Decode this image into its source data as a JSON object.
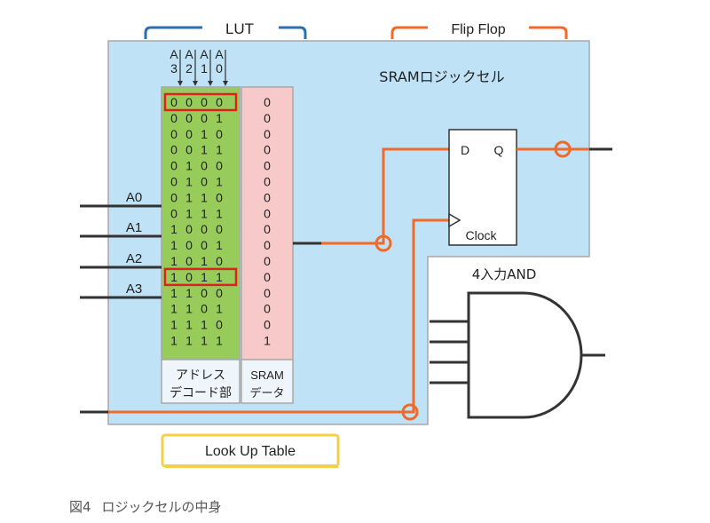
{
  "labels": {
    "lut": "LUT",
    "flip_flop": "Flip Flop",
    "sram_cell": "SRAMロジックセル",
    "and_gate": "4入力AND",
    "look_up_table": "Look Up Table",
    "address_decoder_line1": "アドレス",
    "address_decoder_line2": "デコード部",
    "sram_data_line1": "SRAM",
    "sram_data_line2": "データ",
    "ff_d": "D",
    "ff_q": "Q",
    "ff_clock": "Clock"
  },
  "address_headers": [
    {
      "letter": "A",
      "digit": "3"
    },
    {
      "letter": "A",
      "digit": "2"
    },
    {
      "letter": "A",
      "digit": "1"
    },
    {
      "letter": "A",
      "digit": "0"
    }
  ],
  "inputs": [
    "A0",
    "A1",
    "A2",
    "A3"
  ],
  "truth_table": {
    "addresses": [
      [
        "0",
        "0",
        "0",
        "0"
      ],
      [
        "0",
        "0",
        "0",
        "1"
      ],
      [
        "0",
        "0",
        "1",
        "0"
      ],
      [
        "0",
        "0",
        "1",
        "1"
      ],
      [
        "0",
        "1",
        "0",
        "0"
      ],
      [
        "0",
        "1",
        "0",
        "1"
      ],
      [
        "0",
        "1",
        "1",
        "0"
      ],
      [
        "0",
        "1",
        "1",
        "1"
      ],
      [
        "1",
        "0",
        "0",
        "0"
      ],
      [
        "1",
        "0",
        "0",
        "1"
      ],
      [
        "1",
        "0",
        "1",
        "0"
      ],
      [
        "1",
        "0",
        "1",
        "1"
      ],
      [
        "1",
        "1",
        "0",
        "0"
      ],
      [
        "1",
        "1",
        "0",
        "1"
      ],
      [
        "1",
        "1",
        "1",
        "0"
      ],
      [
        "1",
        "1",
        "1",
        "1"
      ]
    ],
    "sram": [
      "0",
      "0",
      "0",
      "0",
      "0",
      "0",
      "0",
      "0",
      "0",
      "0",
      "0",
      "0",
      "0",
      "0",
      "0",
      "1"
    ],
    "highlighted_rows": [
      0,
      11
    ]
  },
  "caption": {
    "figure": "図4",
    "title": "ロジックセルの中身"
  },
  "colors": {
    "cell_bg": "#bfe2f6",
    "cell_border": "#a8a8a8",
    "address_bg": "#98cc5a",
    "sram_bg": "#f7c9c9",
    "orange": "#f06a2a",
    "bracket_blue": "#2a6fb0",
    "highlight_red": "#e02020",
    "lut_box_border": "#f2d04a"
  }
}
